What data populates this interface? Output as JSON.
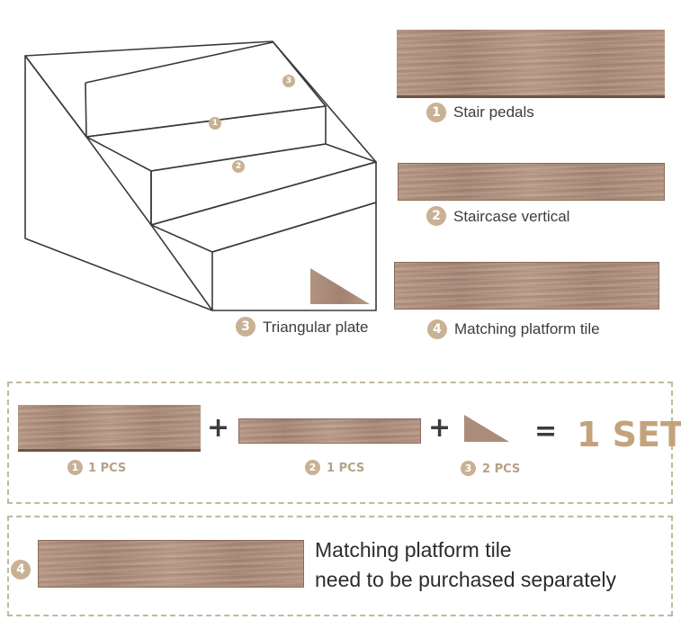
{
  "parts": [
    {
      "num": "1",
      "name": "Stair pedals"
    },
    {
      "num": "2",
      "name": "Staircase vertical"
    },
    {
      "num": "3",
      "name": "Triangular plate"
    },
    {
      "num": "4",
      "name": "Matching platform tile"
    }
  ],
  "set": {
    "items": [
      {
        "num": "1",
        "qty": "1 PCS"
      },
      {
        "num": "2",
        "qty": "1 PCS"
      },
      {
        "num": "3",
        "qty": "2 PCS"
      }
    ],
    "plus": "+",
    "equals": "=",
    "result": "1 SET"
  },
  "platform_note": {
    "num": "4",
    "line1": "Matching platform tile",
    "line2": "need to be purchased separately"
  },
  "colors": {
    "badge": "#c8b194",
    "set_text": "#c4a37c",
    "dash_border": "#c3b89d"
  }
}
